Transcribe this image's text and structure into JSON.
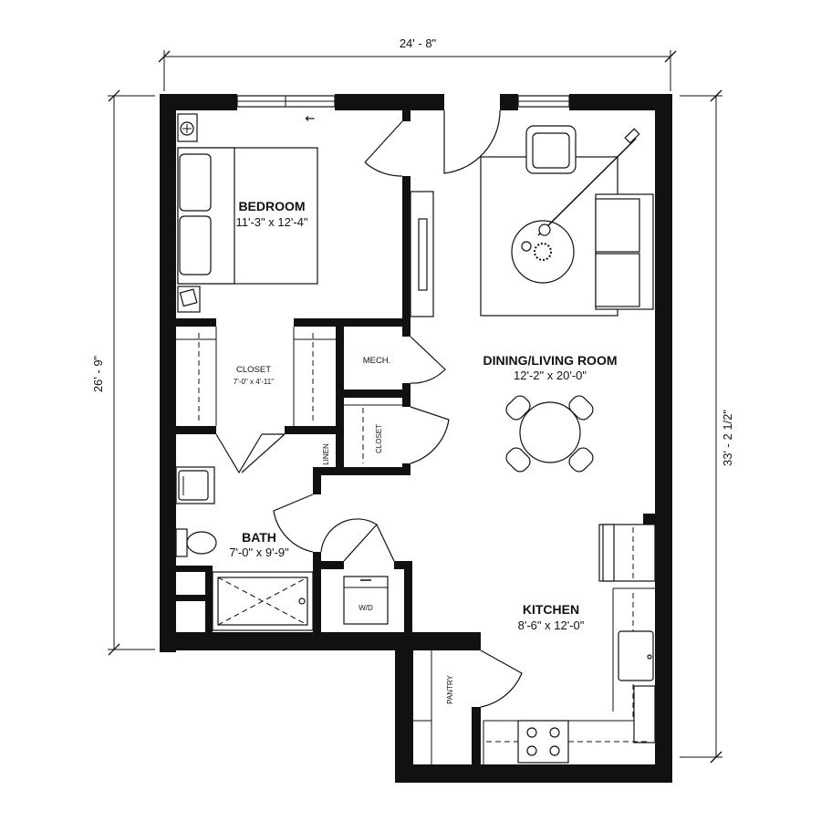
{
  "dimensions": {
    "width": "24' - 8\"",
    "left_height": "26' - 9\"",
    "right_height": "33' - 2 1/2\""
  },
  "rooms": {
    "bedroom": {
      "name": "BEDROOM",
      "size": "11'-3\" x 12'-4\""
    },
    "dining_living": {
      "name": "DINING/LIVING ROOM",
      "size": "12'-2\" x 20'-0\""
    },
    "bath": {
      "name": "BATH",
      "size": "7'-0\" x 9'-9\""
    },
    "kitchen": {
      "name": "KITCHEN",
      "size": "8'-6\" x 12'-0\""
    },
    "closet": {
      "name": "CLOSET",
      "size": "7'-0\" x 4'-11\""
    }
  },
  "labels": {
    "mech": "MECH.",
    "closet_small": "CLOSET",
    "linen": "LINEN",
    "wd": "W/D",
    "pantry": "PANTRY"
  },
  "symbols": {
    "window_direction_arrow": "←"
  }
}
